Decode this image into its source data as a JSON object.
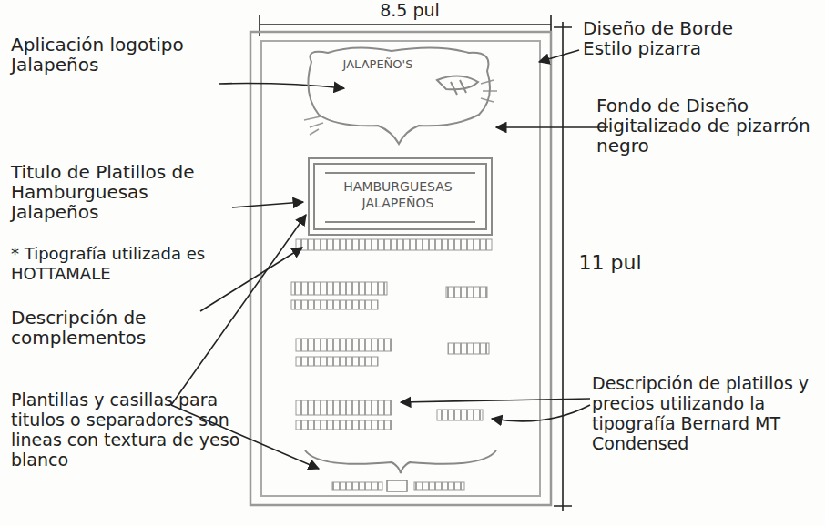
{
  "diagram": {
    "nodes": [
      {
        "text": [
          "JALAPEÑO'S"
        ]
      },
      {
        "text": [
          "HAMBURGUESAS JALAPEÑOS"
        ]
      }
    ],
    "labels": [
      "8.5 pul",
      "Aplicación logotipo Jalapeños",
      "Diseño de Borde Estilo pizarra",
      "Fondo de Diseño digitalizado de pizarrón negro",
      "Titulo de Platillos de Hamburguesas Jalapeños",
      "* Tipografía utilizada es HOTTAMALE",
      "11 pul",
      "Descripción de complementos",
      "Plantillas y casillas para titulos o separadores son lineas con textura de yeso blanco",
      "Descripción de platillos y precios utilizando la tipografía Bernard MT Condensed"
    ]
  }
}
